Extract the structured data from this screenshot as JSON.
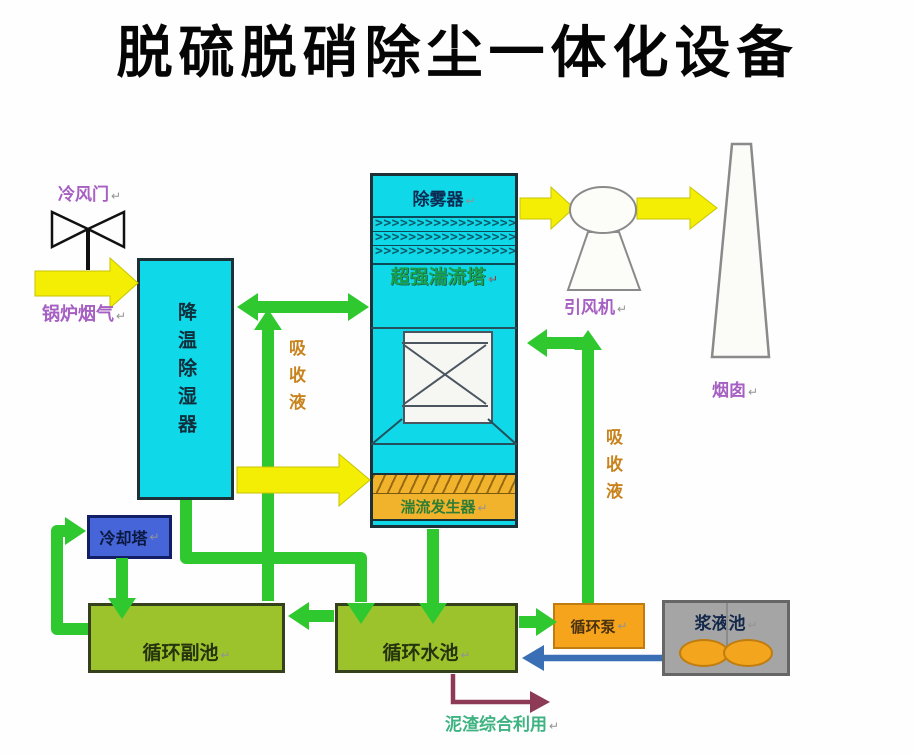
{
  "title": "脱硫脱硝除尘一体化设备",
  "mark": "↵",
  "flows": {
    "cold_air_door": "冷风门",
    "boiler_flue_gas": "锅炉烟气",
    "absorption_liquid": "吸收液",
    "sludge_utilization": "泥渣综合利用"
  },
  "equipment": {
    "cooling_dehumidifier": "降温除湿器",
    "demister": "除雾器",
    "turbulent_tower": "超强湍流塔",
    "turbulence_generator": "湍流发生器",
    "induced_draft_fan": "引风机",
    "chimney": "烟囱",
    "cooling_tower": "冷却塔",
    "aux_pool": "循环副池",
    "main_pool": "循环水池",
    "circulation_pump": "循环泵",
    "slurry_pool": "浆液池"
  },
  "pattern": {
    "chevron_row": ">>>>>>>>>>>>>>>>>>"
  },
  "colors": {
    "cyan_equipment": "#0fd8e8",
    "flow_green": "#2fc92f",
    "gas_yellow": "#f3ee04",
    "pool_green": "#9dc32c",
    "pump_orange": "#f6a41c",
    "generator_orange": "#f2b32c",
    "cooling_tower_blue": "#4565d8",
    "slurry_gray": "#a5a5a5",
    "slurry_line_blue": "#3a6fb5",
    "sludge_line_maroon": "#8c3a55",
    "label_purple": "#a65fc2",
    "label_orange": "#c8831d",
    "label_teal_green": "#3eb381"
  }
}
